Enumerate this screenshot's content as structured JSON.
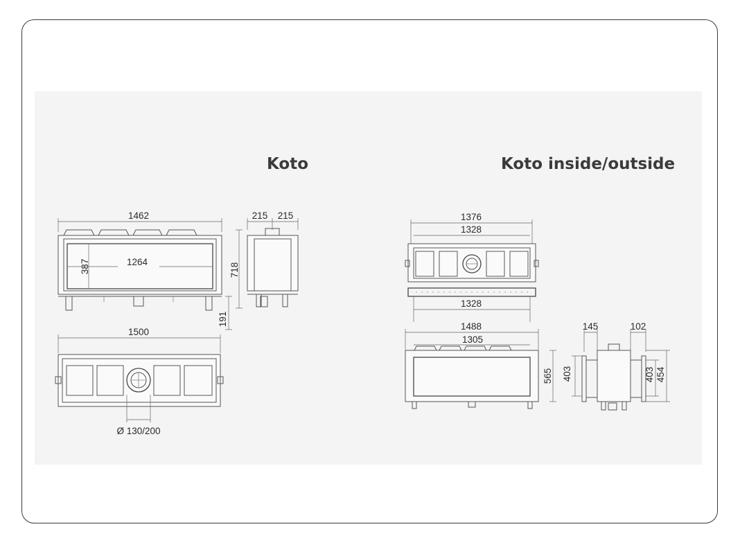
{
  "titles": {
    "koto": "Koto",
    "koto_inside_outside": "Koto inside/outside"
  },
  "dimensions": {
    "koto_front_width": "1462",
    "koto_opening_width": "1264",
    "koto_opening_height": "387",
    "koto_side_depth_left": "215",
    "koto_side_depth_right": "215",
    "koto_side_height": "718",
    "koto_leg_height": "191",
    "koto_top_width": "1500",
    "koto_flue": "Ø 130/200",
    "io_top_width_outer": "1376",
    "io_top_width_inner": "1328",
    "io_bottom_width": "1328",
    "io_front_width": "1488",
    "io_front_inner": "1305",
    "io_front_height": "565",
    "io_opening_height_left": "403",
    "io_side_depth_left": "145",
    "io_side_depth_right": "102",
    "io_side_opening": "403",
    "io_side_height": "454"
  }
}
